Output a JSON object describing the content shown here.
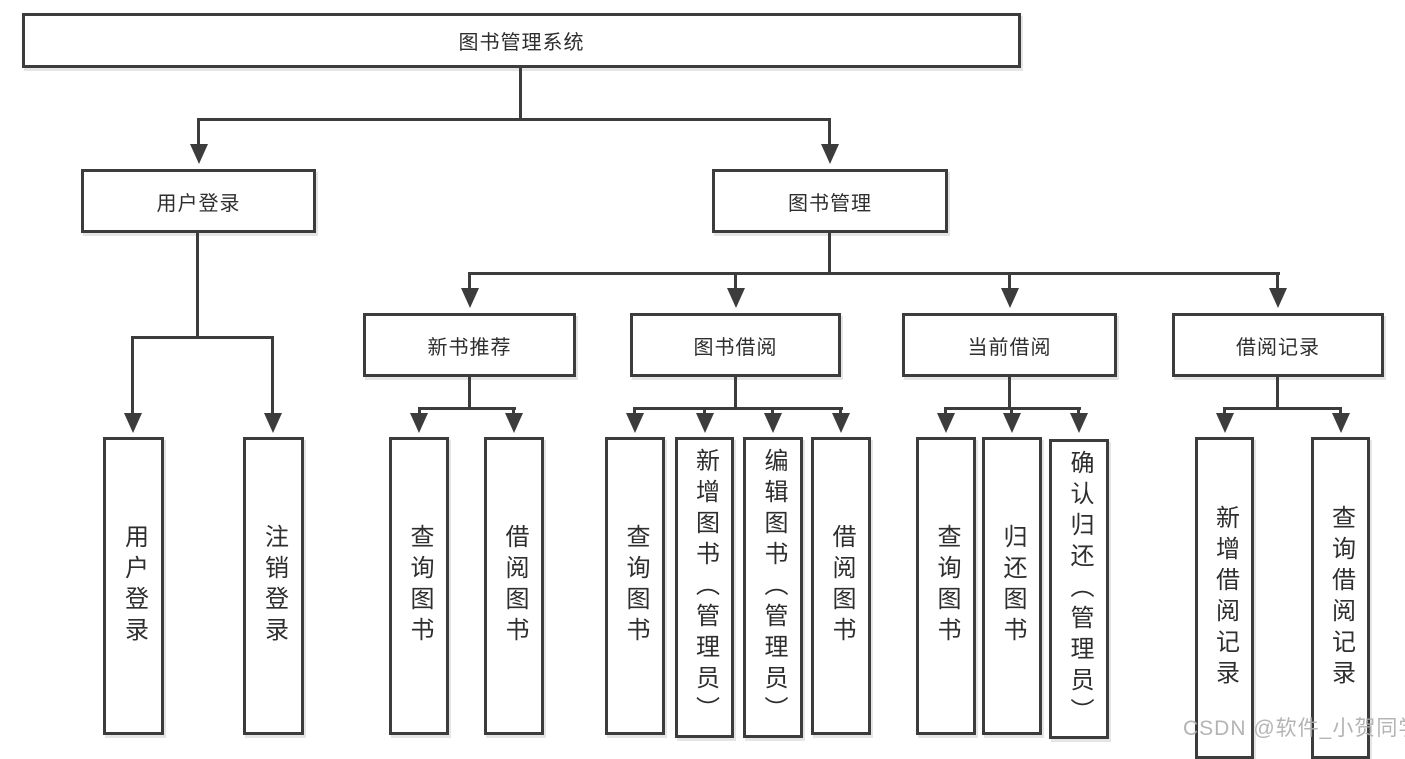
{
  "nodes": {
    "root": "图书管理系统",
    "user_login": "用户登录",
    "book_management": "图书管理",
    "new_book_recommend": "新书推荐",
    "book_borrow": "图书借阅",
    "current_borrow": "当前借阅",
    "borrow_records": "借阅记录",
    "user_login_leaf": "用户登录",
    "logout_leaf": "注销登录",
    "rec_query_books": "查询图书",
    "rec_borrow_books": "借阅图书",
    "bb_query_books": "查询图书",
    "bb_add_books": "新增图书（管理员）",
    "bb_edit_books": "编辑图书（管理员）",
    "bb_borrow_books": "借阅图书",
    "cb_query_books": "查询图书",
    "cb_return_books": "归还图书",
    "cb_confirm_return": "确认归还（管理员）",
    "br_add_record": "新增借阅记录",
    "br_query_record": "查询借阅记录"
  },
  "structure": {
    "root": "图书管理系统",
    "children": [
      {
        "label": "用户登录",
        "children": [
          {
            "label": "用户登录"
          },
          {
            "label": "注销登录"
          }
        ]
      },
      {
        "label": "图书管理",
        "children": [
          {
            "label": "新书推荐",
            "children": [
              {
                "label": "查询图书"
              },
              {
                "label": "借阅图书"
              }
            ]
          },
          {
            "label": "图书借阅",
            "children": [
              {
                "label": "查询图书"
              },
              {
                "label": "新增图书（管理员）"
              },
              {
                "label": "编辑图书（管理员）"
              },
              {
                "label": "借阅图书"
              }
            ]
          },
          {
            "label": "当前借阅",
            "children": [
              {
                "label": "查询图书"
              },
              {
                "label": "归还图书"
              },
              {
                "label": "确认归还（管理员）"
              }
            ]
          },
          {
            "label": "借阅记录",
            "children": [
              {
                "label": "新增借阅记录"
              },
              {
                "label": "查询借阅记录"
              }
            ]
          }
        ]
      }
    ]
  },
  "watermark": "CSDN @软件_小贺同学",
  "colors": {
    "line": "#3c3c3c",
    "text": "#2e2e2e",
    "watermark": "#aeaeae",
    "background": "#ffffff"
  }
}
